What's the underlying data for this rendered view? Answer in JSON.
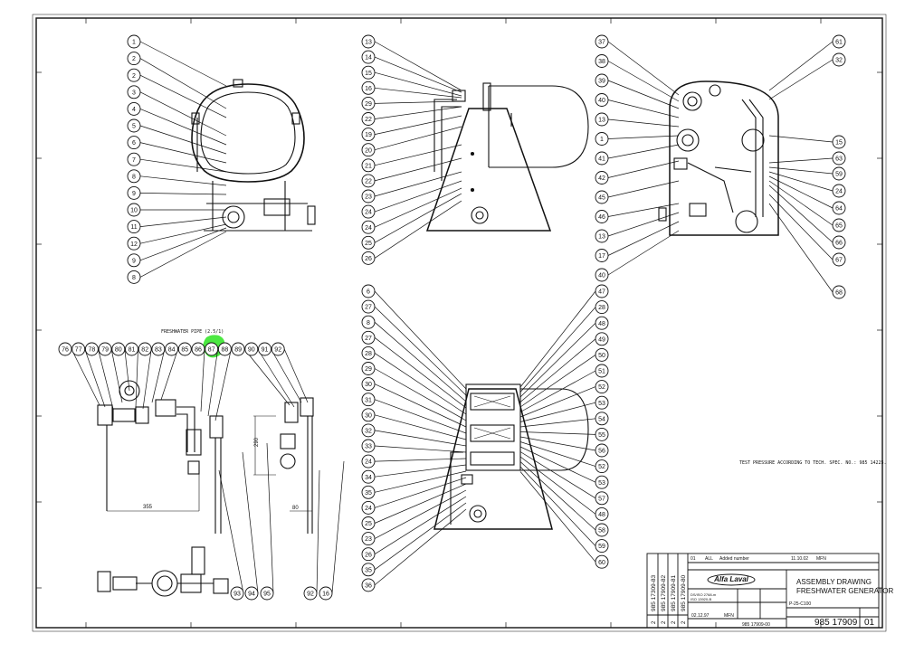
{
  "callouts": {
    "top_left": [
      "1",
      "2",
      "2",
      "3",
      "4",
      "5",
      "6",
      "7",
      "8",
      "9",
      "10",
      "11",
      "12",
      "9",
      "8"
    ],
    "top_center": [
      "13",
      "14",
      "15",
      "16",
      "29",
      "22",
      "19",
      "20",
      "21",
      "22",
      "23",
      "24",
      "24",
      "25",
      "26"
    ],
    "top_right_left": [
      "37",
      "38",
      "39",
      "40",
      "13",
      "1",
      "41",
      "42",
      "45",
      "46",
      "13",
      "17",
      "40"
    ],
    "top_right_right": [
      "61",
      "32",
      "15",
      "63",
      "59",
      "24",
      "64",
      "65",
      "66",
      "67",
      "68"
    ],
    "bottom_left_top": [
      "76",
      "77",
      "78",
      "79",
      "80",
      "81",
      "82",
      "83",
      "84",
      "85",
      "86",
      "87",
      "88",
      "89",
      "90",
      "91",
      "92"
    ],
    "bottom_left_bottom": [
      "93",
      "94",
      "95",
      "92",
      "16"
    ],
    "bottom_center_left": [
      "6",
      "27",
      "8",
      "27",
      "28",
      "29",
      "30",
      "31",
      "30",
      "32",
      "33",
      "24",
      "34",
      "35",
      "24",
      "25",
      "23",
      "26",
      "35",
      "36"
    ],
    "bottom_center_right": [
      "47",
      "28",
      "48",
      "49",
      "50",
      "51",
      "52",
      "53",
      "54",
      "55",
      "56",
      "52",
      "53",
      "57",
      "48",
      "58",
      "59",
      "60"
    ]
  },
  "labels": {
    "freshwater_pipe": "FRESHWATER PIPE (2.5/1)",
    "test_pressure": "TEST PRESSURE ACCORDING TO TECH. SPEC. NO.: 985 14225.",
    "dim_355": "355",
    "dim_290": "290",
    "dim_80": "80"
  },
  "title_block": {
    "brand": "Alfa Laval",
    "title_line1": "ASSEMBLY DRAWING",
    "title_line2": "FRESHWATER GENERATOR",
    "drawing_no": "985 17909",
    "sheet": "01",
    "revision_row": [
      "01",
      "ALL",
      "Added number",
      "11.10.02",
      "MFN"
    ],
    "ref_numbers": [
      "985 17309-83",
      "985 17909-82",
      "985 17909-81",
      "985 17909-80"
    ],
    "ref_rev": [
      "2",
      "2",
      "2",
      "2"
    ],
    "date": "02.12.97",
    "drawn_by": "MFN",
    "project_no": "P-25-C100",
    "replaces": "985 17909-00",
    "standard": "ISO 13920-B",
    "tolerance": "DS/ISO 2768-m"
  },
  "colors": {
    "line": "#111111",
    "highlight": "#39e62e"
  }
}
